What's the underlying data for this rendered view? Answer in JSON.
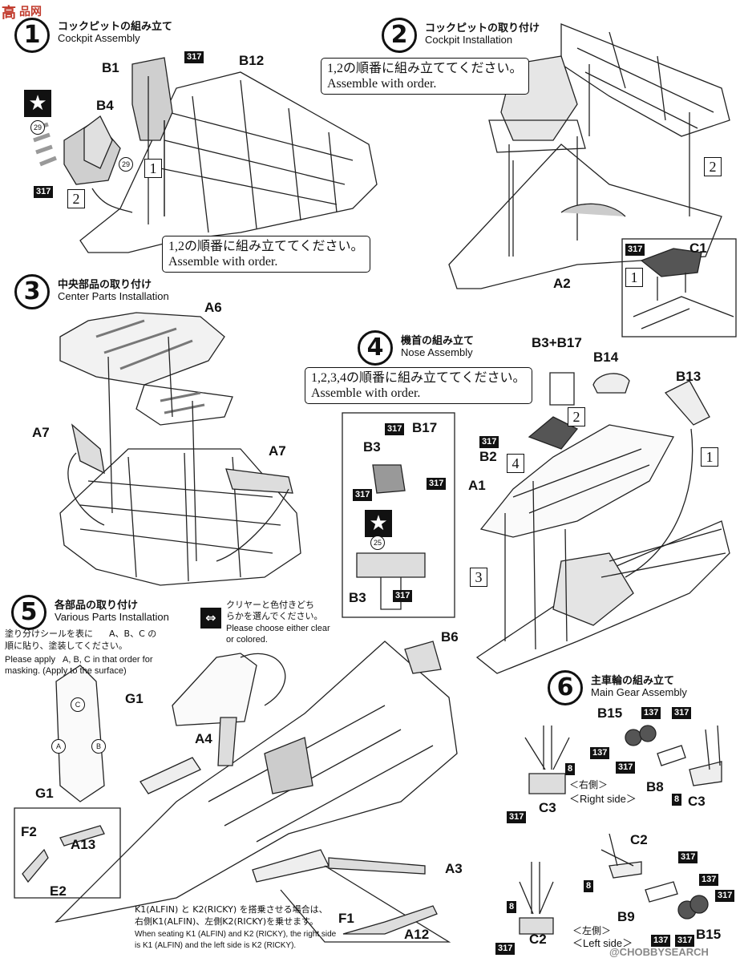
{
  "watermark_top": {
    "logo_text": "高",
    "brand": "品网"
  },
  "watermark_bottom": "@CHOBBYSEARCH",
  "steps": [
    {
      "num": "1",
      "jp": "コックピットの組み立て",
      "en": "Cockpit Assembly"
    },
    {
      "num": "2",
      "jp": "コックピットの取り付け",
      "en": "Cockpit Installation"
    },
    {
      "num": "3",
      "jp": "中央部品の取り付け",
      "en": "Center Parts Installation"
    },
    {
      "num": "4",
      "jp": "機首の組み立て",
      "en": "Nose Assembly"
    },
    {
      "num": "5",
      "jp": "各部品の取り付け",
      "en": "Various Parts Installation"
    },
    {
      "num": "6",
      "jp": "主車輪の組み立て",
      "en": "Main Gear Assembly"
    }
  ],
  "notes": {
    "order12_jp": "1,2の順番に組み立ててください。",
    "order12_en": "Assemble with order.",
    "order1234_jp": "1,2,3,4の順番に組み立ててください。",
    "order1234_en": "Assemble with order.",
    "clear_jp_1": "クリヤーと色付きどち",
    "clear_jp_2": "らかを選んでください。",
    "clear_en_1": "Please choose either clear",
    "clear_en_2": "or colored.",
    "mask_jp_1": "塗り分けシールを表に",
    "mask_jp_2": "順に貼り、塗装してください。",
    "mask_en_1": "Please apply",
    "mask_en_2": "masking. (Apply to the surface)",
    "mask_abc": "A、B、C の",
    "mask_abc_en": "A, B, C in that order for",
    "pilot_jp_1": "K1(ALFIN) と K2(RICKY) を搭乗させる場合は、",
    "pilot_jp_2": "右側K1(ALFIN)、左側K2(RICKY)を乗せます。",
    "pilot_en_1": "When seating K1 (ALFIN) and K2 (RICKY), the right side",
    "pilot_en_2": "is K1 (ALFIN) and the left side is K2 (RICKY)."
  },
  "order_marks": [
    "1",
    "2",
    "3",
    "4"
  ],
  "badges": {
    "b317": "317",
    "b137": "137",
    "b8": "8"
  },
  "decals": {
    "d29": "29",
    "d25": "25"
  },
  "parts": {
    "B1": "B1",
    "B12": "B12",
    "B4": "B4",
    "A2": "A2",
    "C1": "C1",
    "A6": "A6",
    "A7": "A7",
    "B3B17": "B3+B17",
    "B14": "B14",
    "B13": "B13",
    "B17": "B17",
    "B3": "B3",
    "B2": "B2",
    "A1": "A1",
    "B6": "B6",
    "G1": "G1",
    "A4": "A4",
    "F2": "F2",
    "A13": "A13",
    "E2": "E2",
    "A3": "A3",
    "F1": "F1",
    "A12": "A12",
    "C3": "C3",
    "B15": "B15",
    "B8": "B8",
    "C2": "C2",
    "B9": "B9"
  },
  "sides": {
    "right_jp": "＜右側＞",
    "right_en": "＜Right side＞",
    "left_jp": "＜左側＞",
    "left_en": "＜Left side＞"
  },
  "mask_letters": [
    "C",
    "A",
    "B"
  ],
  "icons": {
    "star": "star-decal-icon",
    "bidir": "left-right-arrow-icon"
  }
}
